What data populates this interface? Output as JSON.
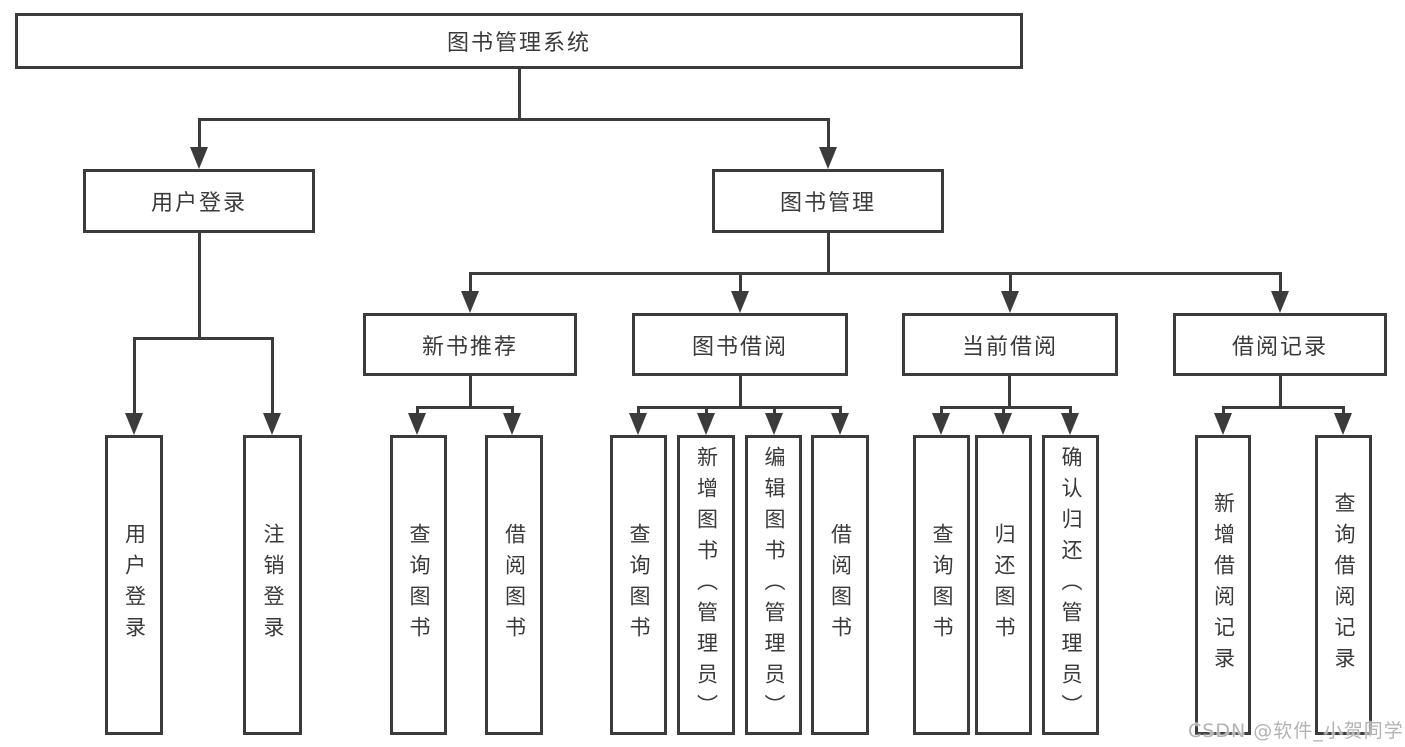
{
  "nodes": {
    "root": "图书管理系统",
    "level2": [
      "用户登录",
      "图书管理"
    ],
    "level3": [
      "新书推荐",
      "图书借阅",
      "当前借阅",
      "借阅记录"
    ],
    "leaves_user": [
      "用户登录",
      "注销登录"
    ],
    "leaves_newbook": [
      "查询图书",
      "借阅图书"
    ],
    "leaves_borrow": [
      "查询图书",
      "新增图书（管理员）",
      "编辑图书（管理员）",
      "借阅图书"
    ],
    "leaves_current": [
      "查询图书",
      "归还图书",
      "确认归还（管理员）"
    ],
    "leaves_records": [
      "新增借阅记录",
      "查询借阅记录"
    ]
  },
  "watermark": "CSDN @软件_小贺同学",
  "colors": {
    "line": "#3b3b3b",
    "text": "#3a3a3a",
    "watermark": "#b3b3b3",
    "background": "#ffffff"
  }
}
